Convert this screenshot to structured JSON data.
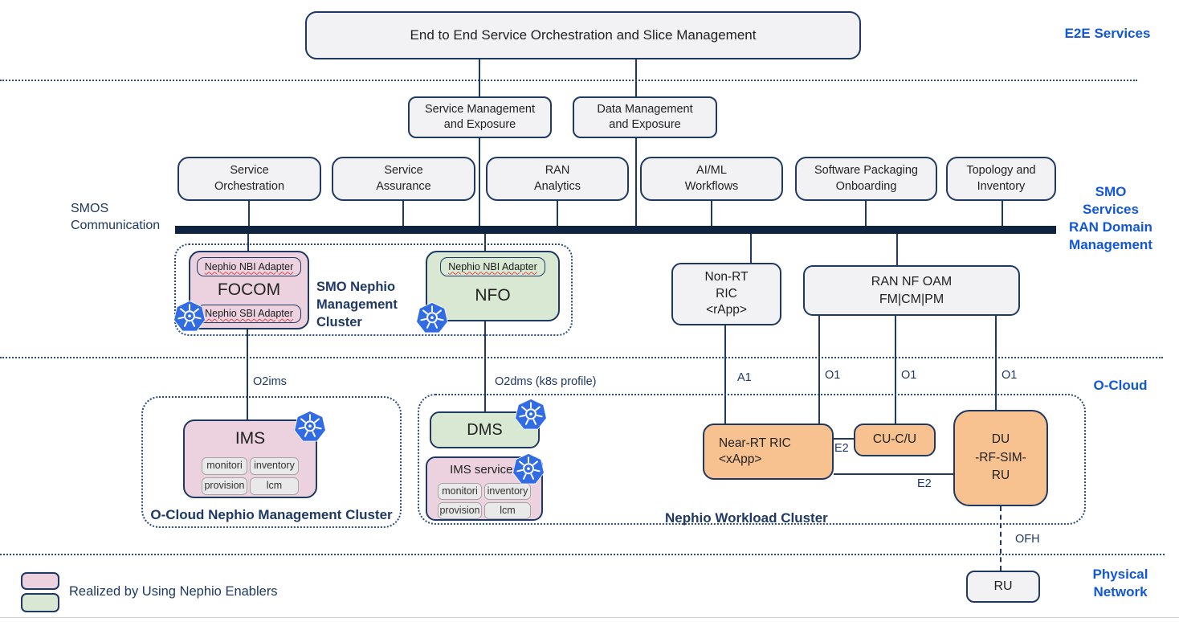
{
  "palette": {
    "navy": "#1f3864",
    "bus_bar": "#0e2440",
    "blue_label": "#1257d9",
    "pink": "#ecd2de",
    "green": "#d8e8d2",
    "orange": "#f7c28f",
    "gray_box": "#f2f2f4",
    "kubernetes_blue": "#326ce5",
    "spellcheck_red": "#e0474c"
  },
  "icons": {
    "kubernetes": "kubernetes-wheel-icon"
  },
  "top": {
    "e2e": "End to End Service Orchestration and Slice Management",
    "service_mgmt": "Service Management\nand Exposure",
    "data_mgmt": "Data Management\nand Exposure"
  },
  "smo_row": [
    {
      "label": "Service\nOrchestration"
    },
    {
      "label": "Service\nAssurance"
    },
    {
      "label": "RAN\nAnalytics"
    },
    {
      "label": "AI/ML\nWorkflows"
    },
    {
      "label": "Software Packaging\nOnboarding"
    },
    {
      "label": "Topology and\nInventory"
    }
  ],
  "bus": {
    "label": "SMOS\nCommunication"
  },
  "side": {
    "e2e": "E2E Services",
    "smo": "SMO\nServices\nRAN Domain\nManagement",
    "ocloud": "O-Cloud",
    "physical": "Physical\nNetwork"
  },
  "smo_cluster": {
    "title": "SMO Nephio\nManagement\nCluster",
    "focom": "FOCOM",
    "focom_nbi": "Nephio NBI Adapter",
    "focom_sbi": "Nephio SBI Adapter",
    "nfo": "NFO",
    "nfo_nbi": "Nephio NBI Adapter"
  },
  "mid": {
    "non_rt_ric": "Non-RT\nRIC\n<rApp>",
    "ran_nf_oam": "RAN NF OAM\nFM|CM|PM"
  },
  "interfaces": {
    "o2ims": "O2ims",
    "o2dms": "O2dms (k8s profile)",
    "a1": "A1",
    "o1_1": "O1",
    "o1_2": "O1",
    "o1_3": "O1",
    "e2_1": "E2",
    "e2_2": "E2",
    "ofh": "OFH"
  },
  "ims_pills": {
    "p1": "monitori",
    "p2": "inventory",
    "p3": "provision",
    "p4": "lcm"
  },
  "ocloud_cluster": {
    "ims": "IMS",
    "label": "O-Cloud Nephio Management Cluster"
  },
  "workload_cluster": {
    "dms": "DMS",
    "ims_services": "IMS services",
    "label": "Nephio Workload Cluster",
    "near_rt_ric": "Near-RT RIC\n<xApp>",
    "cu": "CU-C/U",
    "du": "DU\n-RF-SIM-\nRU"
  },
  "physical": {
    "ru": "RU"
  },
  "legend": {
    "text": "Realized by Using Nephio Enablers"
  }
}
